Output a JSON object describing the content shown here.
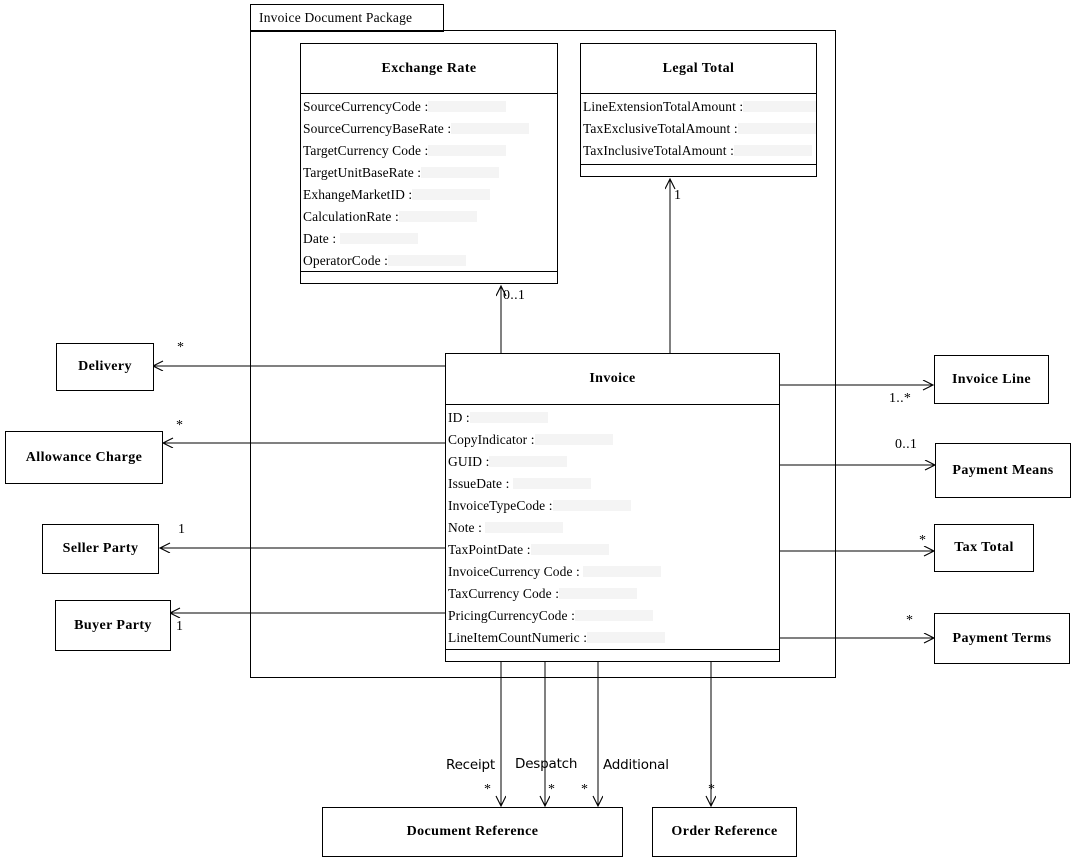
{
  "diagram": {
    "type": "uml-class-diagram",
    "package": {
      "label": "Invoice Document Package"
    }
  },
  "classes": {
    "exchange_rate": {
      "name": "Exchange Rate",
      "attributes": [
        "SourceCurrencyCode :",
        "SourceCurrencyBaseRate :",
        "TargetCurrency Code :",
        "TargetUnitBaseRate :",
        "ExhangeMarketID :",
        "CalculationRate :",
        "Date : ",
        "OperatorCode :"
      ]
    },
    "legal_total": {
      "name": "Legal Total",
      "attributes": [
        "LineExtensionTotalAmount :",
        "TaxExclusiveTotalAmount :",
        "TaxInclusiveTotalAmount :"
      ]
    },
    "invoice": {
      "name": "Invoice",
      "attributes": [
        "ID :",
        "CopyIndicator :",
        "GUID :",
        "IssueDate : ",
        "InvoiceTypeCode :",
        "Note : ",
        "TaxPointDate :",
        "InvoiceCurrency Code : ",
        "TaxCurrency Code :",
        "PricingCurrencyCode :",
        "LineItemCountNumeric :"
      ]
    },
    "delivery": {
      "name": "Delivery"
    },
    "allowance_charge": {
      "name": "Allowance Charge"
    },
    "seller_party": {
      "name": "Seller Party"
    },
    "buyer_party": {
      "name": "Buyer Party"
    },
    "invoice_line": {
      "name": "Invoice Line"
    },
    "payment_means": {
      "name": "Payment Means"
    },
    "tax_total": {
      "name": "Tax Total"
    },
    "payment_terms": {
      "name": "Payment Terms"
    },
    "document_reference": {
      "name": "Document Reference"
    },
    "order_reference": {
      "name": "Order Reference"
    }
  },
  "associations": [
    {
      "id": "inv-exchange",
      "from": "Invoice",
      "to": "Exchange Rate",
      "multiplicity": "0..1",
      "role": ""
    },
    {
      "id": "inv-legal",
      "from": "Invoice",
      "to": "Legal Total",
      "multiplicity": "1",
      "role": ""
    },
    {
      "id": "inv-delivery",
      "from": "Invoice",
      "to": "Delivery",
      "multiplicity": "*",
      "role": ""
    },
    {
      "id": "inv-allowance",
      "from": "Invoice",
      "to": "Allowance Charge",
      "multiplicity": "*",
      "role": ""
    },
    {
      "id": "inv-seller",
      "from": "Invoice",
      "to": "Seller Party",
      "multiplicity": "1",
      "role": ""
    },
    {
      "id": "inv-buyer",
      "from": "Invoice",
      "to": "Buyer Party",
      "multiplicity": "1",
      "role": ""
    },
    {
      "id": "inv-line",
      "from": "Invoice",
      "to": "Invoice Line",
      "multiplicity": "1..*",
      "role": ""
    },
    {
      "id": "inv-paymeans",
      "from": "Invoice",
      "to": "Payment Means",
      "multiplicity": "0..1",
      "role": ""
    },
    {
      "id": "inv-taxtotal",
      "from": "Invoice",
      "to": "Tax Total",
      "multiplicity": "*",
      "role": ""
    },
    {
      "id": "inv-payterms",
      "from": "Invoice",
      "to": "Payment Terms",
      "multiplicity": "*",
      "role": ""
    },
    {
      "id": "inv-receipt",
      "from": "Invoice",
      "to": "Document Reference",
      "multiplicity": "*",
      "role": "Receipt"
    },
    {
      "id": "inv-despatch",
      "from": "Invoice",
      "to": "Document Reference",
      "multiplicity": "*",
      "role": "Despatch"
    },
    {
      "id": "inv-docref",
      "from": "Invoice",
      "to": "Document Reference",
      "multiplicity": "*",
      "role": ""
    },
    {
      "id": "inv-additional",
      "from": "Invoice",
      "to": "Order Reference",
      "multiplicity": "*",
      "role": "Additional"
    }
  ],
  "labels": {
    "m_exchange": "0..1",
    "m_legal": "1",
    "m_delivery": "*",
    "m_allowance": "*",
    "m_seller": "1",
    "m_buyer": "1",
    "m_invoiceline": "1..*",
    "m_paymentmeans": "0..1",
    "m_taxtotal": "*",
    "m_paymentterms": "*",
    "m_receipt": "*",
    "m_despatch": "*",
    "m_docref": "*",
    "m_orderref": "*",
    "role_receipt": "Receipt",
    "role_despatch": "Despatch",
    "role_additional": "Additional"
  },
  "colors": {
    "stroke": "#000000",
    "background": "#ffffff",
    "value_placeholder": "#f4f4f4"
  }
}
